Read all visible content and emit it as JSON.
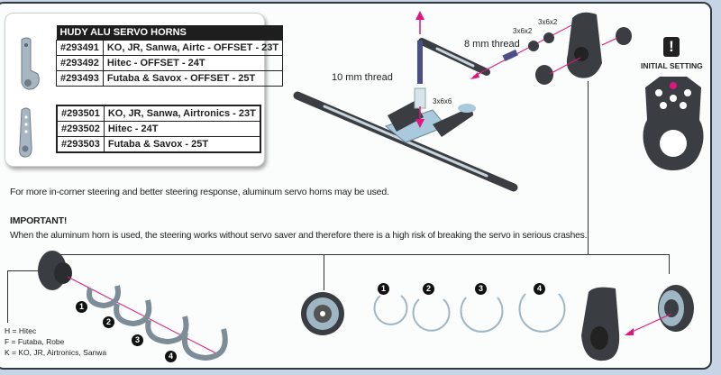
{
  "table": {
    "title": "HUDY ALU SERVO HORNS",
    "offset_rows": [
      {
        "code": "#293491",
        "desc": "KO, JR, Sanwa, Airtc - OFFSET - 23T"
      },
      {
        "code": "#293492",
        "desc": "Hitec - OFFSET - 24T"
      },
      {
        "code": "#293493",
        "desc": "Futaba & Savox - OFFSET - 25T"
      }
    ],
    "straight_rows": [
      {
        "code": "#293501",
        "desc": "KO, JR, Sanwa, Airtronics - 23T"
      },
      {
        "code": "#293502",
        "desc": "Hitec - 24T"
      },
      {
        "code": "#293503",
        "desc": "Futaba & Savox - 25T"
      }
    ]
  },
  "text": {
    "intro": "For more in-corner steering and better steering response, aluminum servo horns may be used.",
    "important_title": "IMPORTANT!",
    "important_body": "When the aluminum horn is used, the steering works without servo saver and therefore there is a high risk of breaking the servo in serious crashes."
  },
  "labels": {
    "thread_10": "10 mm thread",
    "thread_8": "8 mm thread",
    "washer_a": "3x6x2",
    "washer_b": "3x6x2",
    "spacer": "3x6x6",
    "initial_setting": "INITIAL SETTING",
    "initial_icon": "!"
  },
  "legend": [
    "H = Hitec",
    "F = Futaba, Robe",
    "K = KO, JR, Airtronics, Sanwa"
  ],
  "steps": [
    "1",
    "2",
    "3",
    "4"
  ],
  "colors": {
    "accent": "#e0157f",
    "part": "#3a3d42",
    "alu": "#a9c9dc",
    "frame": "#2f3a44"
  }
}
